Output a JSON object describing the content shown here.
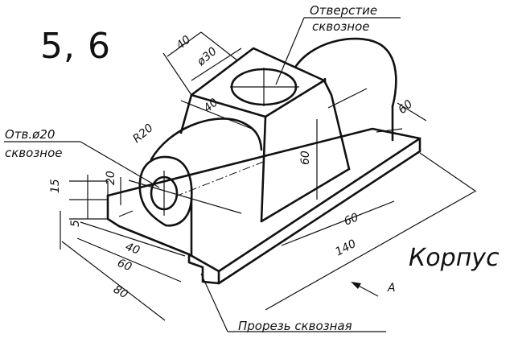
{
  "task_number": "5, 6",
  "title": "Корпус",
  "view_arrow_label": "A",
  "callouts": {
    "through_hole_top_line1": "Отверстие",
    "through_hole_top_line2": "сквозное",
    "hole_d20_line1": "Отв.ø20",
    "hole_d20_line2": "сквозное",
    "through_slot": "Прорезь сквозная"
  },
  "dimensions": {
    "top_width": "40",
    "top_hole_diameter": "ø30",
    "top_depth": "40",
    "boss_radius": "R20",
    "rear_cylinder_radius": "60",
    "block_height": "60",
    "base_step_height": "15",
    "hole_center_height": "20",
    "slot_height": "5",
    "base_inner_length": "40",
    "base_mid_length": "60",
    "base_width": "80",
    "length_to_block": "60",
    "overall_length": "140"
  }
}
